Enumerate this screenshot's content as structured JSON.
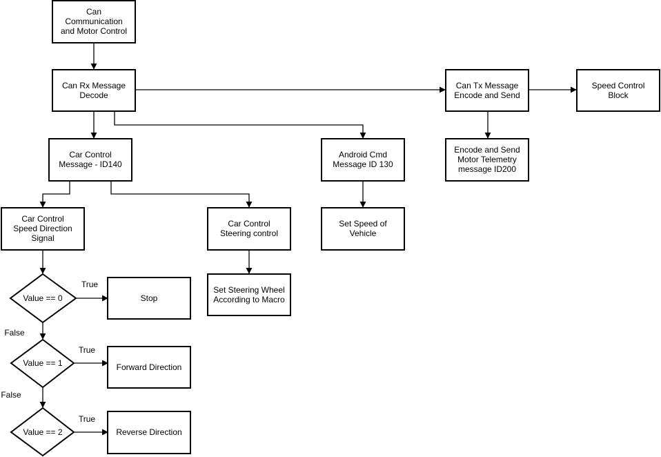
{
  "diagram": {
    "nodes": {
      "can_comm": [
        "Can",
        "Communication",
        "and Motor Control"
      ],
      "can_rx": [
        "Can Rx Message",
        "Decode"
      ],
      "can_tx": [
        "Can Tx Message",
        "Encode and Send"
      ],
      "speed_block": [
        "Speed Control",
        "Block"
      ],
      "encode_telemetry": [
        "Encode and Send",
        "Motor Telemetry",
        "message ID200"
      ],
      "car_control_msg": [
        "Car Control",
        "Message - ID140"
      ],
      "android_cmd": [
        "Android Cmd",
        "Message ID 130"
      ],
      "speed_dir": [
        "Car Control",
        "Speed Direction",
        "Signal"
      ],
      "steering_ctrl": [
        "Car Control",
        "Steering control"
      ],
      "set_speed": [
        "Set Speed of",
        "Vehicle"
      ],
      "set_steering": [
        "Set Steering Wheel",
        "According to Macro"
      ],
      "decision_0": [
        "Value == 0"
      ],
      "decision_1": [
        "Value == 1"
      ],
      "decision_2": [
        "Value == 2"
      ],
      "stop": [
        "Stop"
      ],
      "forward": [
        "Forward Direction"
      ],
      "reverse": [
        "Reverse Direction"
      ]
    },
    "edge_labels": {
      "true_0": "True",
      "false_0": "False",
      "true_1": "True",
      "false_1": "False",
      "true_2": "True"
    }
  }
}
